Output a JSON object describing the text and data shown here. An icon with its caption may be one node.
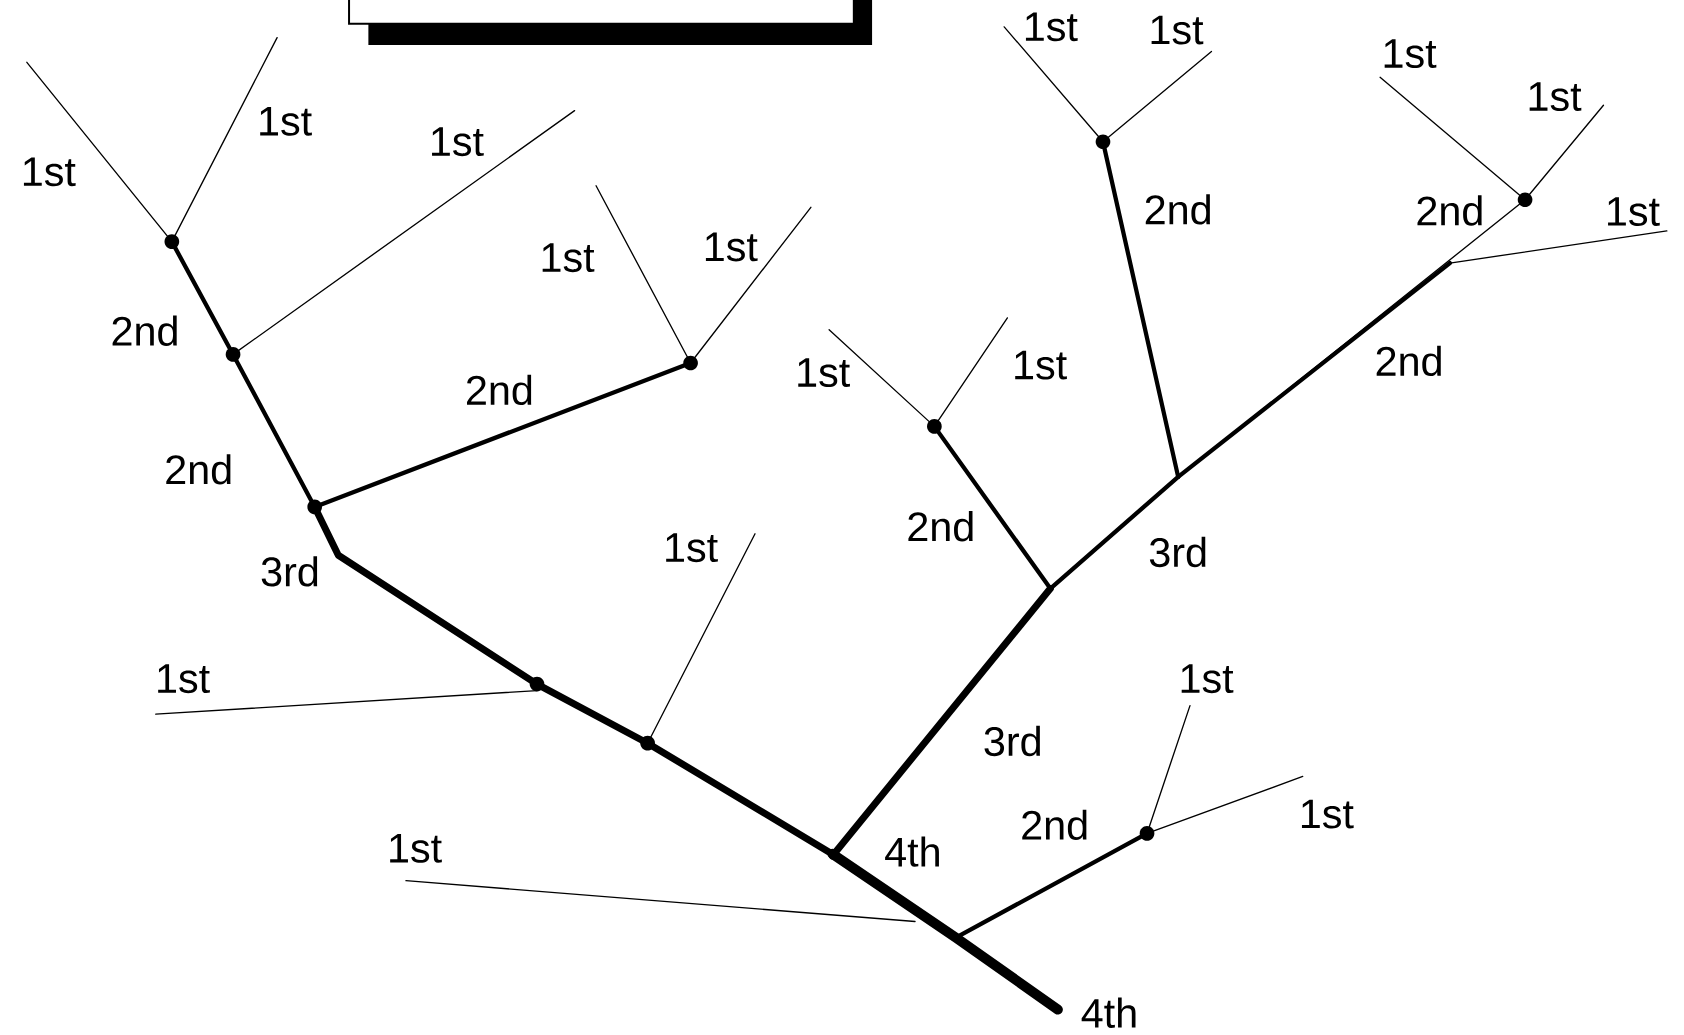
{
  "diagram": {
    "labels": [
      "1st",
      "1st",
      "1st",
      "1st",
      "1st",
      "1st",
      "1st",
      "2nd",
      "2nd",
      "1st",
      "1st",
      "1st",
      "2nd",
      "2nd",
      "1st",
      "1st",
      "2nd",
      "2nd",
      "2nd",
      "1st",
      "3rd",
      "3rd",
      "1st",
      "1st",
      "3rd",
      "1st",
      "2nd",
      "1st",
      "4th",
      "4th"
    ]
  }
}
